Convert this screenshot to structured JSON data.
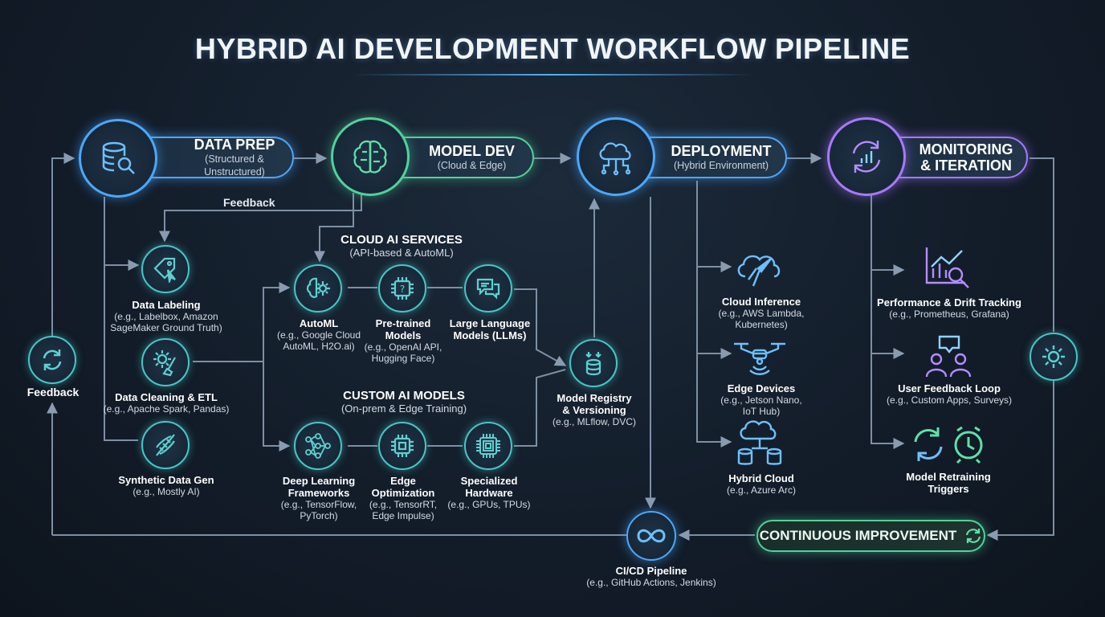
{
  "title": "HYBRID AI DEVELOPMENT WORKFLOW PIPELINE",
  "stages": [
    {
      "title": "DATA PREP",
      "subtitle": "(Structured & Unstructured)"
    },
    {
      "title": "MODEL DEV",
      "subtitle": "(Cloud & Edge)"
    },
    {
      "title": "DEPLOYMENT",
      "subtitle": "(Hybrid Environment)"
    },
    {
      "title": "MONITORING",
      "title2": "& ITERATION"
    }
  ],
  "feedback_top": "Feedback",
  "feedback_left": "Feedback",
  "data_prep_items": [
    {
      "title": "Data Labeling",
      "line1": "(e.g., Labelbox, Amazon",
      "line2": "SageMaker Ground Truth)"
    },
    {
      "title": "Data Cleaning & ETL",
      "line1": "(e.g., Apache Spark, Pandas)"
    },
    {
      "title": "Synthetic Data Gen",
      "line1": "(e.g., Mostly AI)"
    }
  ],
  "cloud_services": {
    "title": "CLOUD AI SERVICES",
    "subtitle": "(API-based & AutoML)"
  },
  "cloud_items": [
    {
      "title": "AutoML",
      "line1": "(e.g., Google Cloud",
      "line2": "AutoML, H2O.ai)"
    },
    {
      "title": "Pre-trained",
      "title2": "Models",
      "line1": "(e.g., OpenAI API,",
      "line2": "Hugging Face)"
    },
    {
      "title": "Large Language",
      "title2": "Models (LLMs)"
    }
  ],
  "custom_models": {
    "title": "CUSTOM AI MODELS",
    "subtitle": "(On-prem & Edge Training)"
  },
  "custom_items": [
    {
      "title": "Deep Learning",
      "title2": "Frameworks",
      "line1": "(e.g., TensorFlow,",
      "line2": "PyTorch)"
    },
    {
      "title": "Edge",
      "title2": "Optimization",
      "line1": "(e.g., TensorRT,",
      "line2": "Edge Impulse)"
    },
    {
      "title": "Specialized",
      "title2": "Hardware",
      "line1": "(e.g., GPUs, TPUs)"
    }
  ],
  "registry": {
    "title": "Model Registry",
    "title2": "& Versioning",
    "line1": "(e.g., MLflow, DVC)"
  },
  "deploy_items": [
    {
      "title": "Cloud Inference",
      "line1": "(e.g., AWS Lambda,",
      "line2": "Kubernetes)"
    },
    {
      "title": "Edge Devices",
      "line1": "(e.g., Jetson Nano,",
      "line2": "IoT Hub)"
    },
    {
      "title": "Hybrid Cloud",
      "line1": "(e.g., Azure Arc)"
    }
  ],
  "monitor_items": [
    {
      "title": "Performance & Drift Tracking",
      "line1": "(e.g., Prometheus, Grafana)"
    },
    {
      "title": "User Feedback Loop",
      "line1": "(e.g., Custom Apps, Surveys)"
    },
    {
      "title": "Model Retraining",
      "title2": "Triggers"
    }
  ],
  "cicd": {
    "title": "CI/CD Pipeline",
    "line1": "(e.g., GitHub Actions, Jenkins)"
  },
  "continuous": "CONTINUOUS IMPROVEMENT",
  "colors": {
    "blue": "#4aa8ff",
    "green": "#4fd39a",
    "purple": "#a879ff",
    "teal": "#45c7c7",
    "line": "#7d8fa3"
  }
}
